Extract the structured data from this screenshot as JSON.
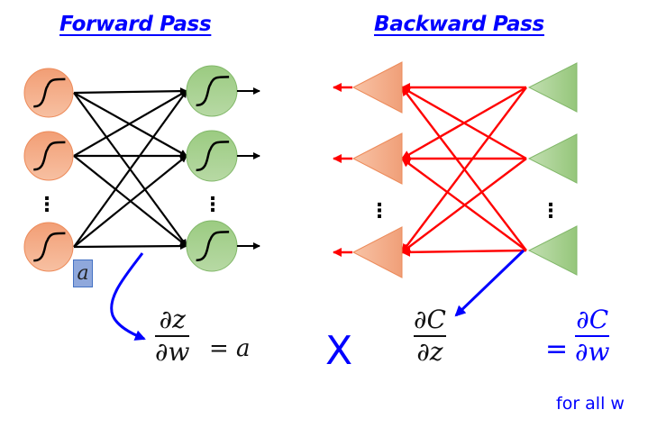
{
  "titles": {
    "forward": "Forward Pass",
    "backward": "Backward Pass"
  },
  "colors": {
    "title": "#0000ff",
    "input_node": "#f4b08a",
    "output_node": "#a9d18e",
    "forward_edge": "#000000",
    "backward_edge": "#ff0000",
    "pointer_arrow": "#0000ff"
  },
  "forward_network": {
    "input_nodes": [
      "sigmoid",
      "sigmoid",
      "sigmoid"
    ],
    "output_nodes": [
      "sigmoid",
      "sigmoid",
      "sigmoid"
    ],
    "ellipsis": "⋮",
    "activation_label": "a"
  },
  "backward_network": {
    "input_nodes": [
      "triangle",
      "triangle",
      "triangle"
    ],
    "output_nodes": [
      "triangle",
      "triangle",
      "triangle"
    ],
    "ellipsis": "⋮"
  },
  "equation": {
    "term1": {
      "numerator": "∂z",
      "denominator": "∂w",
      "equals": "= a"
    },
    "times": "X",
    "term2": {
      "numerator": "∂C",
      "denominator": "∂z"
    },
    "result": {
      "equals": "=",
      "numerator": "∂C",
      "denominator": "∂w"
    },
    "note": "for all w"
  }
}
